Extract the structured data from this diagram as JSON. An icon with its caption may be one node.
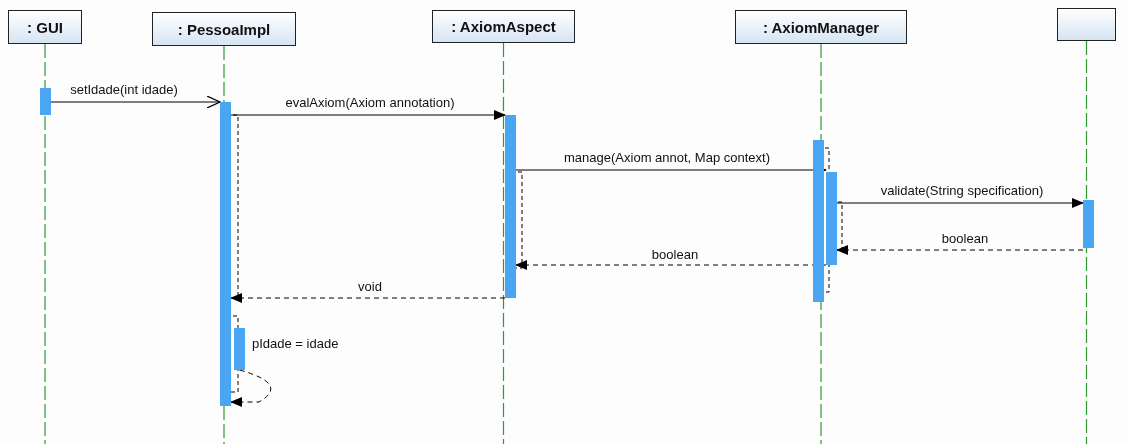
{
  "diagram": {
    "nodes": [
      {
        "text": [
          ": GUI"
        ]
      },
      {
        "text": [
          ": PessoaImpl"
        ]
      },
      {
        "text": [
          ": AxiomAspect"
        ]
      },
      {
        "text": [
          ": AxiomManager"
        ]
      },
      {
        "text": [],
        "shape": "box"
      },
      {
        "text": [],
        "shape": "bar"
      },
      {
        "text": [],
        "shape": "bar"
      },
      {
        "text": [],
        "shape": "bar"
      },
      {
        "text": [],
        "shape": "bar"
      },
      {
        "text": [],
        "shape": "bar"
      },
      {
        "text": [],
        "shape": "bar"
      },
      {
        "text": [],
        "shape": "bar"
      }
    ],
    "edges": [
      {
        "from": 5,
        "to": 6,
        "arrow": "to",
        "label": "setIdade(int idade)"
      },
      {
        "from": 6,
        "to": 8,
        "arrow": "to",
        "label": "evalAxiom(Axiom annotation)"
      },
      {
        "from": 8,
        "to": 10,
        "arrow": "to",
        "label": "manage(Axiom annot, Map context)"
      },
      {
        "from": 10,
        "to": 11,
        "arrow": "to",
        "label": "validate(String specification)"
      },
      {
        "from": 11,
        "to": 10,
        "arrow": "to",
        "label": "boolean",
        "style": "dashed"
      },
      {
        "from": 10,
        "to": 8,
        "arrow": "to",
        "label": "boolean",
        "style": "dashed"
      },
      {
        "from": 8,
        "to": 6,
        "arrow": "to",
        "label": "void",
        "style": "dashed"
      },
      {
        "from": 7,
        "to": 6,
        "arrow": "to",
        "style": "dashed"
      }
    ],
    "labels": [
      "pIdade = idade"
    ]
  }
}
